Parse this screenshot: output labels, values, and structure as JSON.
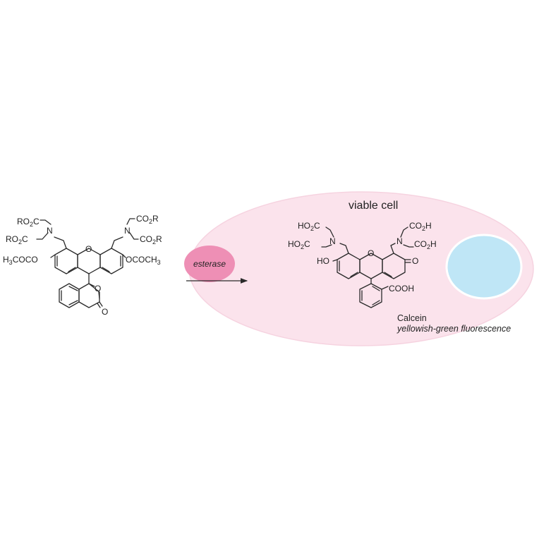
{
  "colors": {
    "cell": "#fbe3ec",
    "cell_border": "#f6d3e0",
    "enzyme": "#ee8fb5",
    "nucleus": "#bfe6f6",
    "nucleus_border": "#ffffff",
    "cell_label": "#ec99bc",
    "ink": "#2a2a2a"
  },
  "cell_label": "viable cell",
  "enzyme_label": "esterase",
  "product_name": "Calcein",
  "product_property": "yellowish-green fluorescence",
  "reactant": {
    "groups": {
      "ro2c_upper": {
        "main": "RO",
        "sub": "2",
        "tail": "C"
      },
      "ro2c_lower": {
        "main": "RO",
        "sub": "2",
        "tail": "C"
      },
      "n_left": "N",
      "co2r_upper": {
        "main": "CO",
        "sub": "2",
        "tail": "R"
      },
      "co2r_lower": {
        "main": "CO",
        "sub": "2",
        "tail": "R"
      },
      "n_right": "N",
      "h3coco": {
        "main": "H",
        "sub": "3",
        "tail": "COCO"
      },
      "ococh3": {
        "main": "OCOCH",
        "sub": "3",
        "tail": ""
      },
      "o_ring": "O",
      "o_lactone": "O",
      "o_carbonyl": "O"
    }
  },
  "product": {
    "groups": {
      "ho2c_upper": {
        "main": "HO",
        "sub": "2",
        "tail": "C"
      },
      "ho2c_lower": {
        "main": "HO",
        "sub": "2",
        "tail": "C"
      },
      "n_left": "N",
      "co2h_upper": {
        "main": "CO",
        "sub": "2",
        "tail": "H"
      },
      "co2h_lower": {
        "main": "CO",
        "sub": "2",
        "tail": "H"
      },
      "n_right": "N",
      "ho": "HO",
      "o_ring": "O",
      "o_keto": "O",
      "cooh": "COOH"
    }
  }
}
